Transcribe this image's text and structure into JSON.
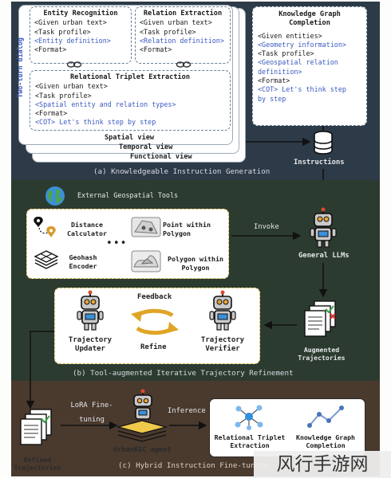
{
  "panel_a": {
    "caption": "(a) Knowledgeable Instruction Generation",
    "dialog_label": "Two-turn dialog",
    "entity_recognition": {
      "title": "Entity Recognition",
      "lines": [
        "<Given urban text>",
        "<Task profile>",
        "<Entity definition>",
        "<Format>"
      ]
    },
    "relation_extraction": {
      "title": "Relation Extraction",
      "lines": [
        "<Given urban text>",
        "<Task profile>",
        "<Relation definition>",
        "<Format>"
      ]
    },
    "triplet_extraction": {
      "title": "Relational Triplet Extraction",
      "lines": [
        "<Given urban text>",
        "<Task profile>",
        "<Spatial entity and relation types>",
        "<Format>",
        "<COT> Let's think step by step"
      ]
    },
    "views": {
      "spatial": "Spatial view",
      "temporal": "Temporal view",
      "functional": "Functional view"
    },
    "kg_completion": {
      "title": "Knowledge Graph Completion",
      "lines": [
        "<Given entities>",
        "<Geometry information>",
        "<Task profile>",
        "<Geospatial relation",
        "definition>",
        "<Format>",
        "<COT> Let's think step",
        "by step"
      ]
    },
    "instructions_label": "Instructions"
  },
  "panel_b": {
    "caption": "(b) Tool-augmented Iterative Trajectory Refinement",
    "geo_tools_label": "External Geospatial Tools",
    "tools": {
      "distance": "Distance Calculator",
      "point_in_polygon": "Point within Polygon",
      "geohash": "Geohash Encoder",
      "polygon_in_polygon": "Polygon within Polygon",
      "ellipsis": "•••"
    },
    "invoke_label": "Invoke",
    "general_llms_label": "General LLMs",
    "feedback_label": "Feedback",
    "refine_label": "Refine",
    "updater_label": "Trajectory Updater",
    "verifier_label": "Trajectory Verifier",
    "augmented_label": "Augmented Trajectories"
  },
  "panel_c": {
    "caption": "(c) Hybrid Instruction Fine-tuning",
    "lora_label": "LoRA Fine-tuning",
    "inference_label": "Inference",
    "agent_label": "UrbanKGC agent",
    "refined_label": "Refined Trajectories",
    "task_triplet": "Relational Triplet Extraction",
    "task_kgc": "Knowledge Graph Completion"
  },
  "watermark": "风行手游网",
  "colors": {
    "panel_a_bg": "#2d3a47",
    "panel_b_bg": "#2c3b2f",
    "panel_c_bg": "#4a3a2e",
    "blue_text": "#3a5ac0",
    "dashed_blue": "#6a7d95",
    "dashed_yellow": "#d8b64a",
    "refine_arrow": "#e0a526"
  }
}
